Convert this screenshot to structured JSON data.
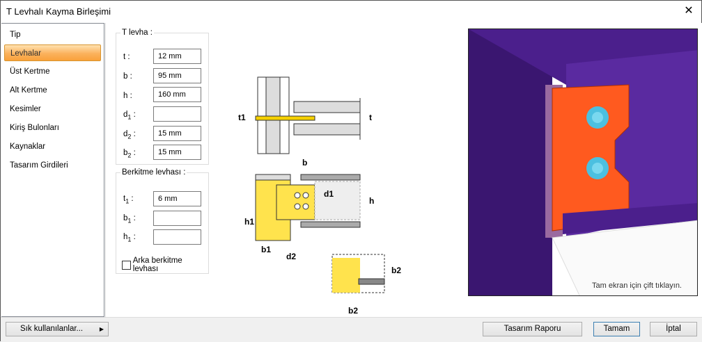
{
  "window": {
    "title": "T Levhalı Kayma Birleşimi",
    "close_icon": "close-icon"
  },
  "sidebar": {
    "items": [
      {
        "label": "Tip"
      },
      {
        "label": "Levhalar",
        "selected": true
      },
      {
        "label": "Üst Kertme"
      },
      {
        "label": "Alt Kertme"
      },
      {
        "label": "Kesimler"
      },
      {
        "label": "Kiriş Bulonları"
      },
      {
        "label": "Kaynaklar"
      },
      {
        "label": "Tasarım Girdileri"
      }
    ]
  },
  "t_plate": {
    "legend": "T levha :",
    "fields": [
      {
        "label": "t",
        "sub": "",
        "value": "12 mm"
      },
      {
        "label": "b",
        "sub": "",
        "value": "95 mm"
      },
      {
        "label": "h",
        "sub": "",
        "value": "160 mm"
      },
      {
        "label": "d",
        "sub": "1",
        "value": ""
      },
      {
        "label": "d",
        "sub": "2",
        "value": "15 mm"
      },
      {
        "label": "b",
        "sub": "2",
        "value": "15 mm"
      }
    ]
  },
  "stiffener": {
    "legend": "Berkitme levhası :",
    "fields": [
      {
        "label": "t",
        "sub": "1",
        "value": "6 mm"
      },
      {
        "label": "b",
        "sub": "1",
        "value": ""
      },
      {
        "label": "h",
        "sub": "1",
        "value": ""
      }
    ],
    "rear_checkbox": {
      "label": "Arka berkitme levhası",
      "checked": false
    }
  },
  "diagram": {
    "labels": {
      "t1": "t1",
      "t": "t",
      "b": "b",
      "d1": "d1",
      "h": "h",
      "h1": "h1",
      "b1": "b1",
      "d2": "d2",
      "b2a": "b2",
      "b2b": "b2"
    }
  },
  "view3d": {
    "hint": "Tam ekran için çift tıklayın."
  },
  "buttons": {
    "favorites": "Sık kullanılanlar...",
    "report": "Tasarım Raporu",
    "ok": "Tamam",
    "cancel": "İptal"
  },
  "colors": {
    "selected": "#fbb25d",
    "plate": "#ff5a1f",
    "beam": "#4b1f8c",
    "bolt": "#4cc0e0",
    "yellow": "#ffe34d"
  }
}
